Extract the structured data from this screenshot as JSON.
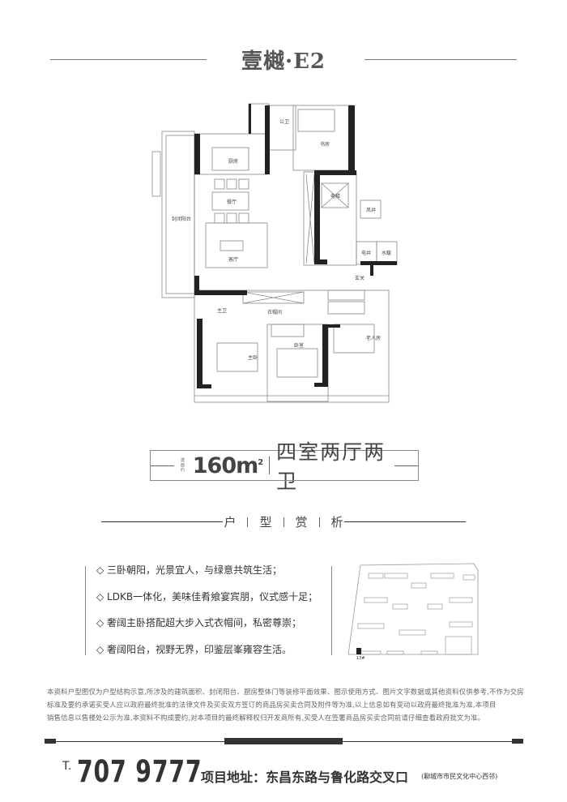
{
  "header": {
    "title": "壹樾·E2"
  },
  "floor_plan": {
    "rooms": {
      "public_bath": "公卫",
      "study": "书房",
      "kitchen": "厨房",
      "dining": "餐厅",
      "balcony": "封闭阳台",
      "living": "客厅",
      "elevator": "电梯",
      "wind_shaft": "风井",
      "electric_shaft": "电井",
      "plumbing": "水暖",
      "entrance": "玄关",
      "master_bath": "主卫",
      "walk_in_closet": "衣帽间",
      "master_bedroom": "主卧",
      "bedroom": "卧室",
      "elder_room": "老人房"
    }
  },
  "summary": {
    "area_label": "建面约",
    "area_value": "160m",
    "area_unit_sup": "2",
    "layout": "四室两厅两卫"
  },
  "section": {
    "chars": [
      "户",
      "型",
      "赏",
      "析"
    ]
  },
  "features": [
    "◇ 三卧朝阳，光景宜人，与绿意共筑生活；",
    "◇ LDKB一体化，美味佳肴飨宴宾朋，仪式感十足；",
    "◇ 奢阔主卧搭配超大步入式衣帽间，私密尊崇；",
    "◇ 奢阔阳台，视野无界，印鉴层峯雍容生活。"
  ],
  "site_plan": {
    "building_label": "13#"
  },
  "disclaimer": [
    "本资料户型图仅为户型结构示意,所涉及的建筑面积、封闭阳台、厨房整体门等装修平面效果、图示使用方式、图片文字数据或其他资料仅供参考,不作为交房",
    "标准及要约承诺买受人应以政府最终批准的法律文件及买卖双方签订的商品房买卖合同及附件等为准,以上信息如有变动以政府最终批准为准,本项目",
    "销售信息以售楼处公示为准,本资料不构成要约,对本项目的最终解释权归开发商所有,买受人在签署商品房买卖合同前请仔细查看政府批文为准。"
  ],
  "footer": {
    "phone_prefix": "T.",
    "phone": "7079777",
    "phone_display": "707 9777",
    "address": "项目地址：东昌东路与鲁化路交叉口",
    "address_note": "(聊城市市民文化中心西邻)"
  }
}
